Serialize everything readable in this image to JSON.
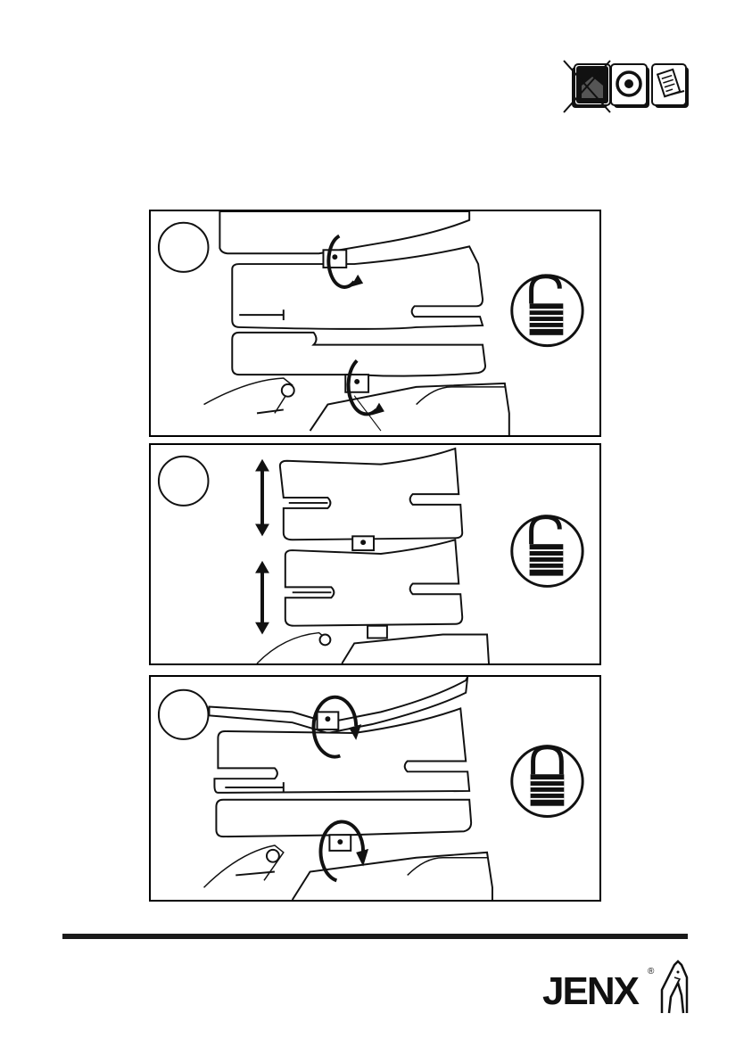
{
  "header": {
    "icons": [
      "no-home-use-icon",
      "inspection-target-icon",
      "checklist-clipboard-icon"
    ]
  },
  "steps": [
    {
      "id": 1,
      "action": "loosen",
      "lock": "unlocked-padlock-icon",
      "arrows": "rotate-counterclockwise-icon"
    },
    {
      "id": 2,
      "action": "adjust-height",
      "lock": "unlocked-padlock-icon",
      "arrows": "up-down-arrow-icon"
    },
    {
      "id": 3,
      "action": "tighten",
      "lock": "locked-padlock-icon",
      "arrows": "rotate-clockwise-icon"
    }
  ],
  "footer": {
    "brand": "JENX",
    "reg_mark": "®"
  },
  "colors": {
    "ink": "#111111",
    "paper": "#ffffff",
    "rule": "#1a1a1a"
  }
}
